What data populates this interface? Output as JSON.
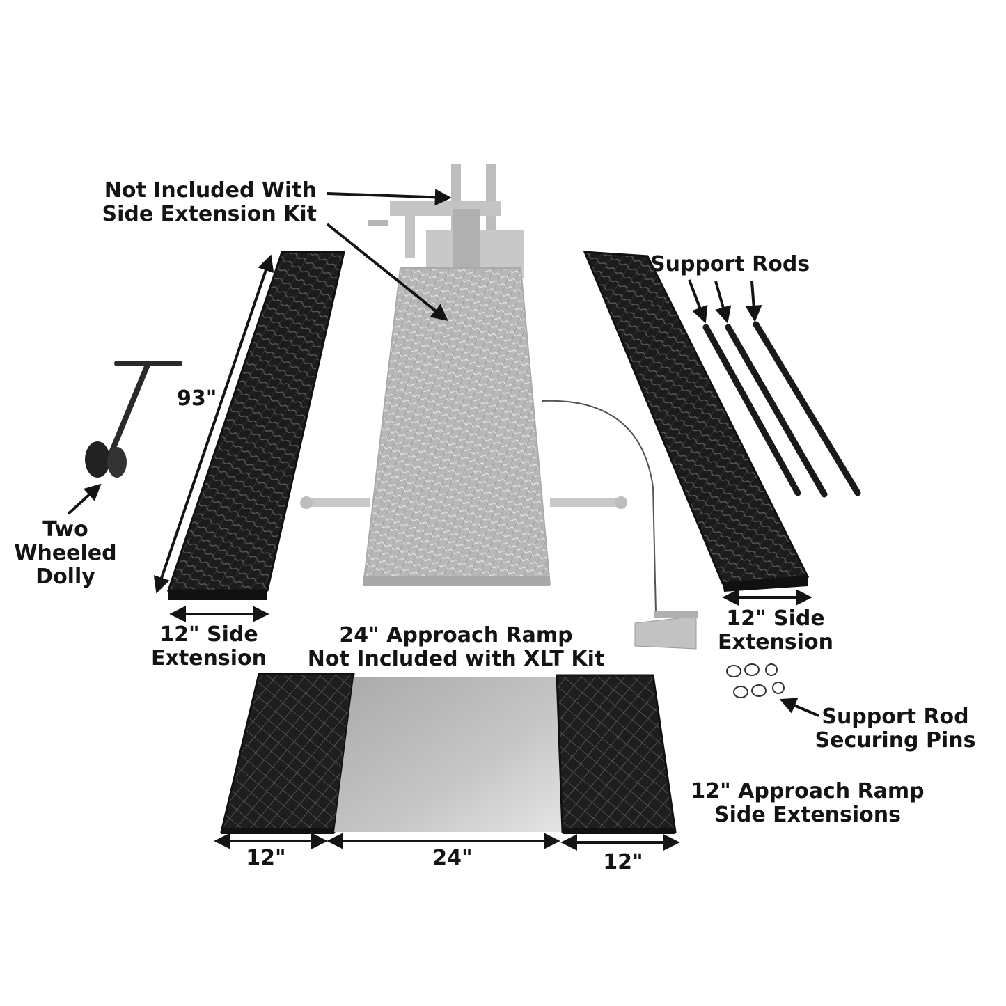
{
  "labels": {
    "not_included_side": [
      "Not Included With",
      "Side Extension Kit"
    ],
    "support_rods": "Support Rods",
    "length_93": "93\"",
    "two_wheeled_dolly": [
      "Two",
      "Wheeled",
      "Dolly"
    ],
    "side_ext_left": [
      "12\" Side",
      "Extension"
    ],
    "side_ext_right": [
      "12\" Side",
      "Extension"
    ],
    "approach_ramp_24": [
      "24\" Approach Ramp",
      "Not Included with XLT Kit"
    ],
    "support_rod_pins": [
      "Support Rod",
      "Securing Pins"
    ],
    "approach_ramp_ext": [
      "12\" Approach Ramp",
      "Side Extensions"
    ],
    "dim_12_left": "12\"",
    "dim_24": "24\"",
    "dim_12_right": "12\""
  },
  "colors": {
    "panel_dark": "#1c1c1c",
    "panel_light": "#b4b4b4",
    "ink": "#141414"
  }
}
